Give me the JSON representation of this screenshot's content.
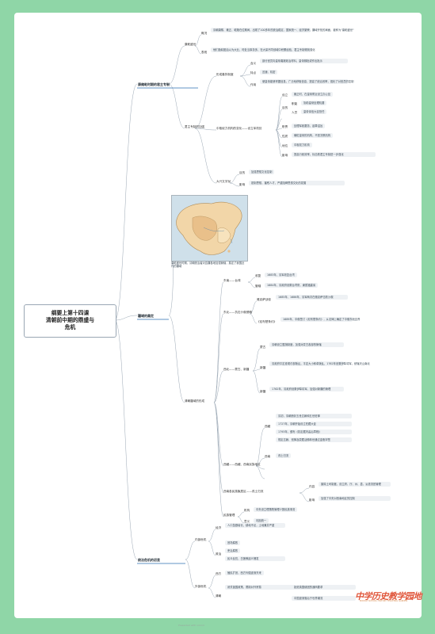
{
  "root": {
    "line1": "纲要上第十四课",
    "line2": "清朝前中期的鼎盛与",
    "line3": "危机"
  },
  "branches": {
    "b1": "康雍乾时期的君主专制",
    "b2": "疆域的奠定",
    "b3": "统治危机的初显"
  },
  "b1": {
    "k_background": "康乾盛世",
    "gaikuang": "概况",
    "gaikuang_text": "清朝康熙、雍正、乾隆在位期间，出现了100多年的统治稳定、国家统一、经济繁荣、疆域开拓的局面，被称为\"康乾盛世\"",
    "huaixi": "表现",
    "huaixi_text": "他们励精图治以为大业，时处当事务多，在大量不同领域中积累经验，君主专制得到强化",
    "jianjia": "君主专制的加强",
    "neige": "形成奏折制度",
    "hanyi": "含义",
    "hanyi_text": "部分官员向皇帝奏报政治材料，皇帝御批或作出批示",
    "tedian": "特点",
    "tedian_text": "迅速、机密",
    "zuoyong": "作用",
    "zuoyong_text": "便皇帝能够掌握信息，广泛地获取信息，提高了统治效率，强化了对官员的控制",
    "zhongshu": "中枢权力机构的变化——设立军机处",
    "sheli": "设立",
    "sheli_text": "雍正时，在皇帝附近设立办公处",
    "mudi": "目的",
    "gongneng": "职能",
    "gongneng_text": "协助皇帝处理机要",
    "renyuan": "人员",
    "renyuan_text": "皇帝亲信大臣担任",
    "zhiquan": "职责",
    "zhiquan_text": "处理军政要务，起草诏旨",
    "xingzhi": "性质",
    "xingzhi_text": "辅佐皇帝的机构，不是决策机构",
    "diwei": "地位",
    "diwei_text": "中枢权力机构",
    "yingxiang1": "影响",
    "yingxiang1_text": "提高行政效率，标志着君主专制进一步强化",
    "wenzi": "大兴文字狱",
    "wz_mudi": "目的",
    "wz_mudi_text": "加强思想文化控制",
    "wz_yingxiang": "影响",
    "wz_yingxiang_text": "钳制思想，摧残人才，严重阻碍思想文化的发展"
  },
  "b2": {
    "map_caption": "康乾盛世时期，清朝统治者对边疆各地加强管辖，奠定了我国近代的疆域",
    "zhili": "清朝疆域的形成",
    "dongbei": "东南——台湾",
    "tw1": "收复",
    "tw1_text": "1683年，清军收复台湾",
    "tw2": "管辖",
    "tw2_text": "1684年，清政府设置台湾府，隶属福建省",
    "dongbei2": "东北——抗击沙俄侵略",
    "yaksa": "雅克萨战役",
    "yaksa_text": "1685年、1686年，清军两次在雅克萨击败沙俄",
    "nibuchu": "《尼布楚条约》",
    "nibuchu_text": "1689年，中俄签订《尼布楚条约》，从法律上确定了中俄东段边界",
    "mengxin": "西北——蒙古、新疆",
    "mg1": "蒙古",
    "mg1_text": "清朝设立盟旗制度，加强对蒙古各部的管辖",
    "mg2": "新疆",
    "mg2_text": "清政府平定准噶尔部叛乱，平定大小和卓叛乱，1762年设置伊犁将军，统辖天山南北",
    "mg3": "新疆",
    "mg3_text": "1762年，清政府设置伊犁将军，加强对新疆的管理",
    "xizang": "西藏——西藏、西南民族地区",
    "xz1": "西藏",
    "xz1_a": "清初，清朝册封五世达赖和五世班禅",
    "xz1_b": "1727年，清朝开始设立驻藏大臣",
    "xz1_c": "1793年，颁布《钦定藏内善后章程》",
    "xz1_d": "规定达赖、班禅及蒙藏活佛转世通过金瓶掣签",
    "xz2": "西南",
    "xz2_text": "改土归流",
    "xinan": "西南各民族聚居区——改土归流",
    "xn1": "内容",
    "xn1_text": "废除土司制度，设立府、厅、州、县，派遣流官管理",
    "xn2": "影响",
    "xn2_text": "加强了中央对西南地区的控制",
    "mzgx": "民族管理",
    "mz1": "机构",
    "mz1_text": "中央设立理藩院管理少数民族事务",
    "mz2": "意义",
    "mz2_text": "巩固统一"
  },
  "b3": {
    "neibu": "内部危机",
    "jingji": "经济",
    "jingji_text": "人口急剧增长，耕地不足，土地兼并严重",
    "zhengzhi": "政治",
    "zz_a": "官场腐败",
    "zz_b": "吏治腐败",
    "zz_c": "民众反抗，白莲教起义爆发",
    "waibu": "外部危机",
    "xifang": "西方",
    "xifang_text": "殖民扩张，西方列强逐渐东来",
    "qingchao": "清朝",
    "qc_a": "闭关锁国政策，限制对外贸易",
    "qc_b": "拒绝英国使团的通商要求",
    "qc_c": "中国逐渐落后于世界潮流"
  },
  "footer": "Presented with xmind",
  "watermark": "中学历史教学园地",
  "watermark_sub": "MIDDLE SCHOOL HISTORY TEACHING GARDEN"
}
